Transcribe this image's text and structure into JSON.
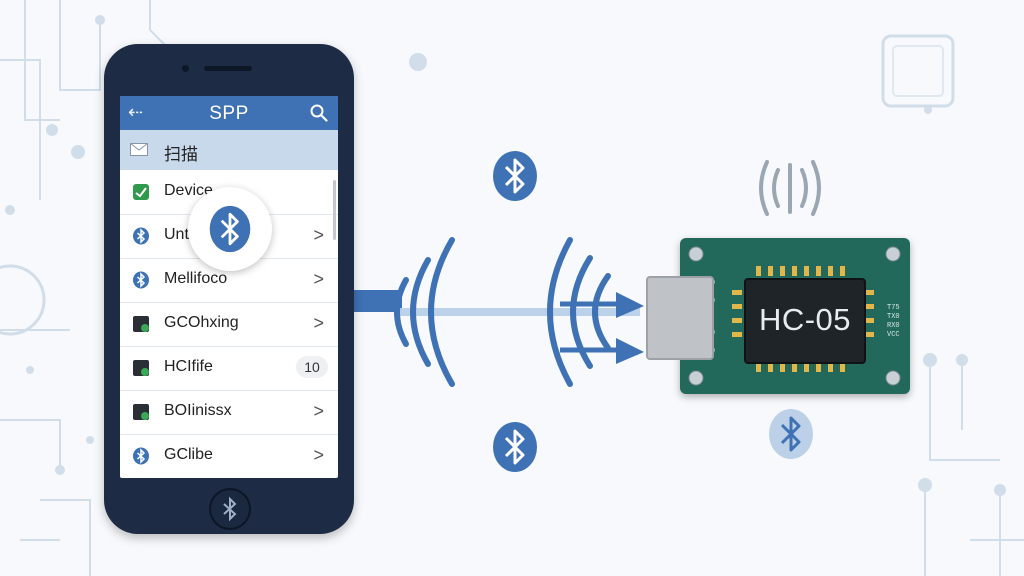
{
  "phone": {
    "app_title": "SPP",
    "back_icon": "arrow-left-icon",
    "search_icon": "search-icon",
    "scan_label": "扫描",
    "devices": [
      {
        "label": "Device",
        "icon": "device-icon"
      },
      {
        "label": "Unt",
        "icon": "bluetooth-icon",
        "trailing": ">"
      },
      {
        "label": "Mellifoco",
        "icon": "bluetooth-icon",
        "trailing": ">"
      },
      {
        "label": "GCOhxing",
        "icon": "device-icon",
        "trailing": ">"
      },
      {
        "label": "HCIfife",
        "icon": "device-icon",
        "badge": "10"
      },
      {
        "label": "BOIinissx",
        "icon": "device-icon",
        "trailing": ">"
      },
      {
        "label": "GClibe",
        "icon": "bluetooth-icon",
        "trailing": ">"
      }
    ]
  },
  "module": {
    "chip_label": "HC-05",
    "silk_lines": [
      "T75",
      "TX0",
      "RX0",
      "VCC"
    ]
  },
  "colors": {
    "bluetooth_blue": "#3f72b4",
    "pcb_green": "#22695c",
    "phone_body": "#1d2c44"
  }
}
